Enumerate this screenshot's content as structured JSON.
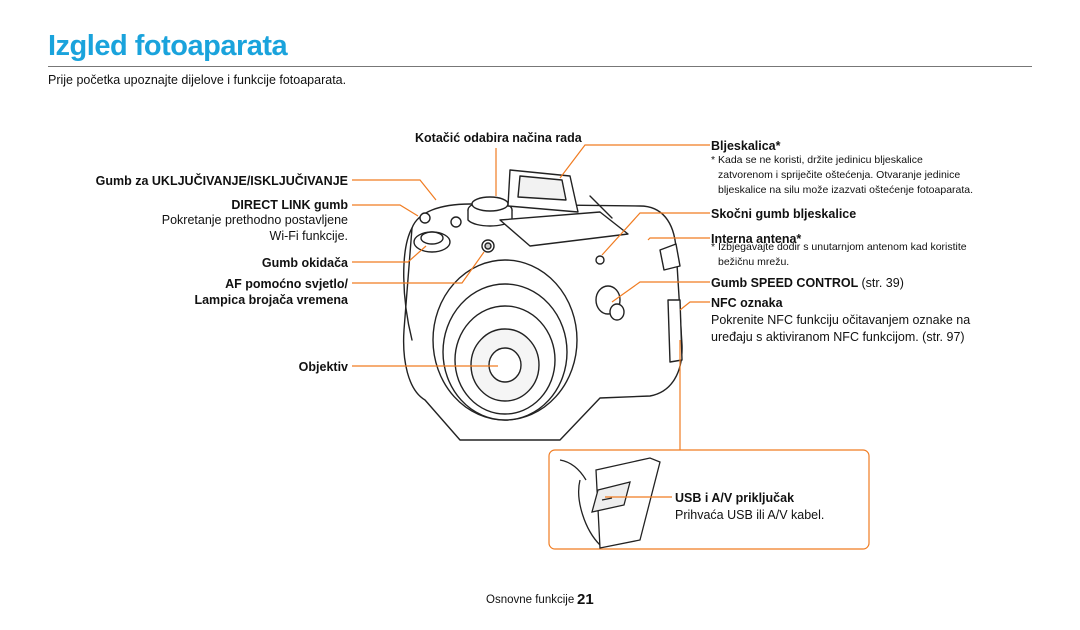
{
  "page": {
    "title": "Izgled fotoaparata",
    "intro": "Prije početka upoznajte dijelove i funkcije fotoaparata."
  },
  "labels": {
    "mode_dial": "Kotačić odabira načina rada",
    "power": "Gumb za UKLJUČIVANJE/ISKLJUČIVANJE",
    "direct_link": "DIRECT LINK gumb",
    "direct_link_desc_1": "Pokretanje prethodno postavljene",
    "direct_link_desc_2": "Wi-Fi funkcije.",
    "shutter": "Gumb okidača",
    "af_lamp_1": "AF pomoćno svjetlo/",
    "af_lamp_2": "Lampica brojača vremena",
    "lens": "Objektiv",
    "flash": "Bljeskalica*",
    "flash_note_1": "* Kada se ne koristi, držite jedinicu bljeskalice",
    "flash_note_2": "zatvorenom i spriječite oštećenja. Otvaranje jedinice",
    "flash_note_3": "bljeskalice na silu može izazvati oštećenje fotoaparata.",
    "flash_popup": "Skočni gumb bljeskalice",
    "antenna": "Interna antena*",
    "antenna_note_1": "* Izbjegavajte dodir s unutarnjom antenom kad koristite",
    "antenna_note_2": "bežičnu mrežu.",
    "speed_control": "Gumb SPEED CONTROL",
    "speed_control_ref": "(str. 39)",
    "nfc": "NFC oznaka",
    "nfc_desc_1": "Pokrenite NFC funkciju očitavanjem oznake na",
    "nfc_desc_2": "uređaju s aktiviranom NFC funkcijom. (str. 97)",
    "usb": "USB i A/V priključak",
    "usb_desc": "Prihvaća USB ili A/V kabel."
  },
  "footer": {
    "section": "Osnovne funkcije",
    "page_number": "21"
  },
  "colors": {
    "title": "#1aa3dc",
    "leader": "#f07c22"
  }
}
